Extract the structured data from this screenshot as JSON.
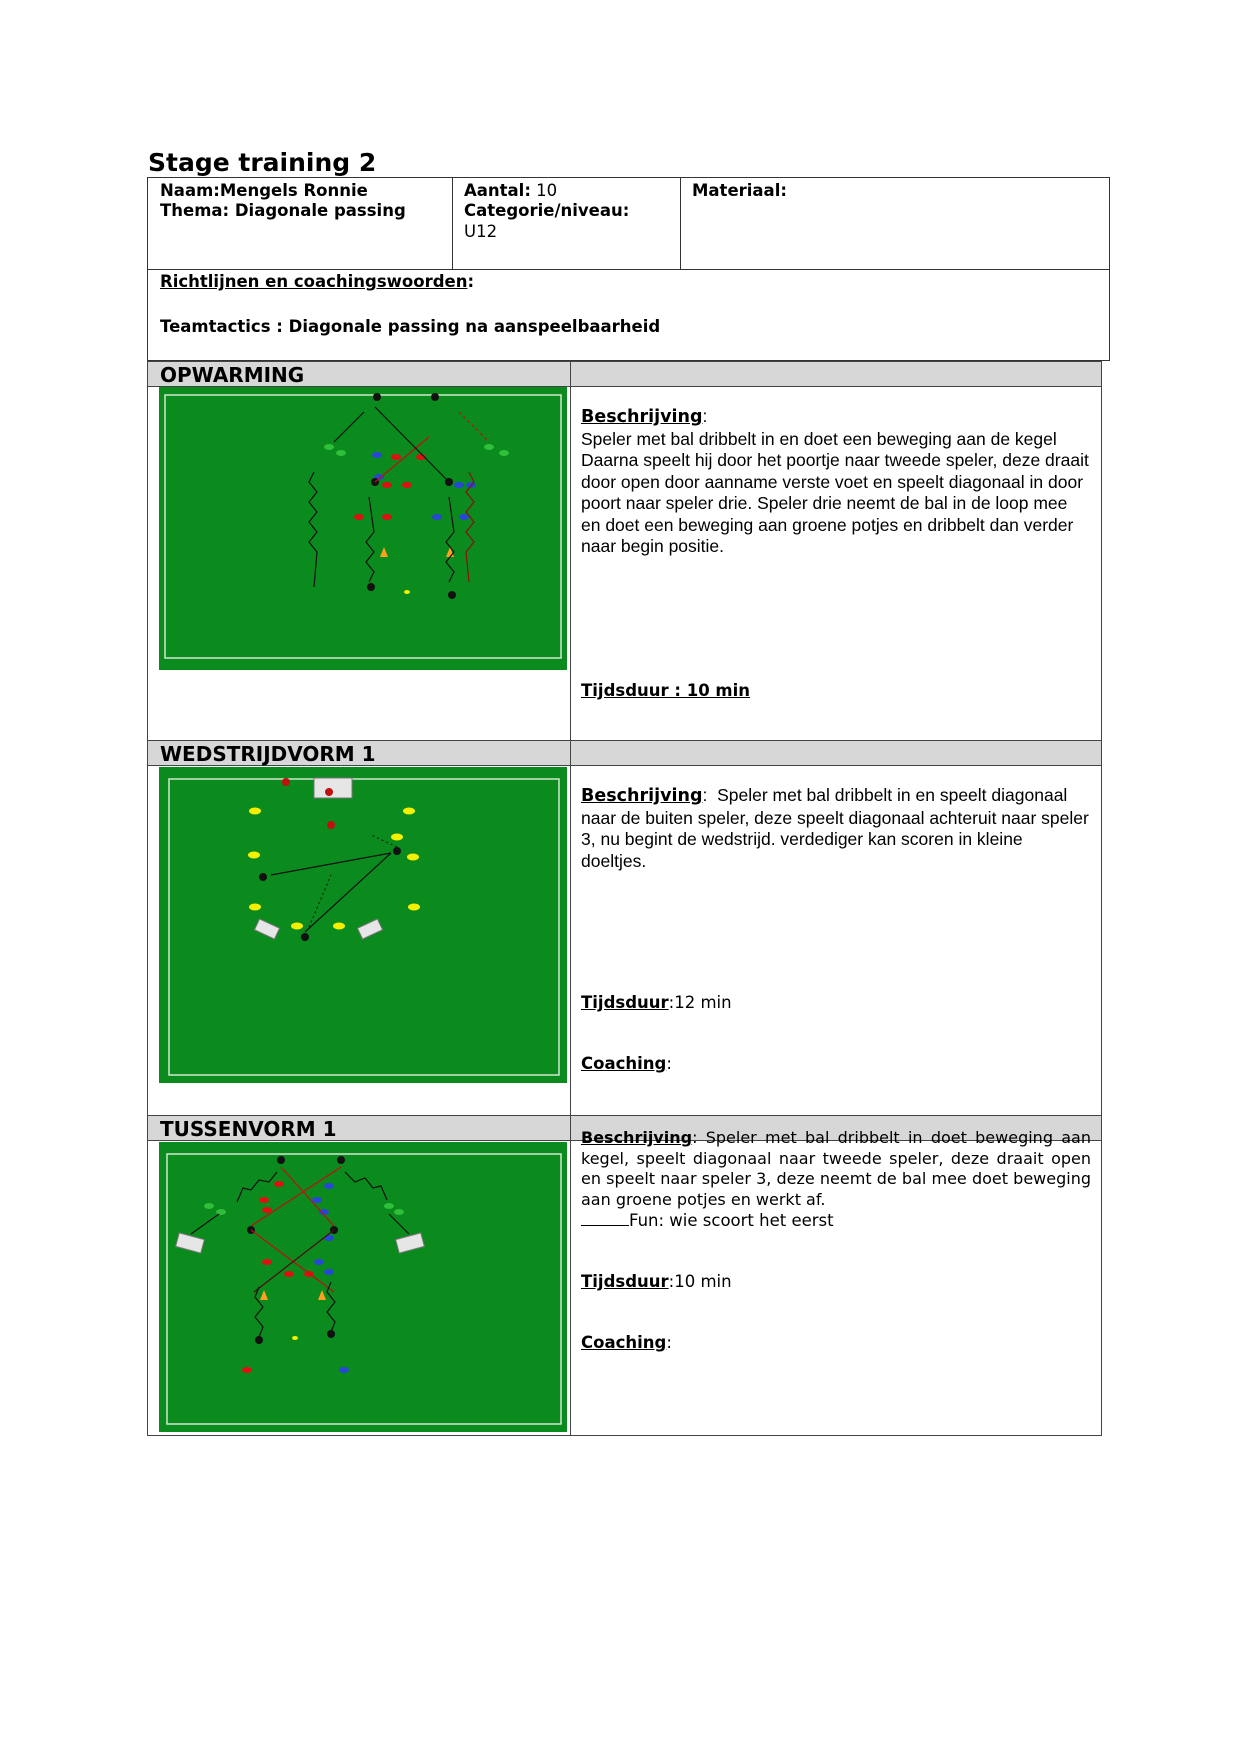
{
  "title": "Stage training 2",
  "header": {
    "naam": "Naam:Mengels Ronnie",
    "thema": "Thema: Diagonale passing",
    "aantal_label": "Aantal:",
    "aantal_value": " 10",
    "categorie_label": "Categorie/niveau:",
    "categorie_value": "U12",
    "materiaal_label": "Materiaal:",
    "richtlijnen_label": "Richtlijnen en coachingswoorden",
    "richtlijnen_colon": ":",
    "teamtactics": "Teamtactics : Diagonale passing na aanspeelbaarheid"
  },
  "sections": [
    {
      "name": "OPWARMING",
      "beschrijving_label": "Beschrijving",
      "beschrijving_colon": ":",
      "beschrijving_text": "Speler met bal dribbelt in en doet een beweging aan de kegel Daarna speelt hij door het poortje naar tweede speler, deze draait door open door aanname verste voet en speelt diagonaal in door poort naar speler drie. Speler drie neemt de bal in de loop mee en doet een beweging aan groene potjes en dribbelt dan verder naar begin positie.",
      "tijdsduur": "Tijdsduur : 10 min"
    },
    {
      "name": "WEDSTRIJDVORM 1",
      "beschrijving_label": "Beschrijving",
      "beschrijving_colon": ":  ",
      "beschrijving_text": "Speler met bal dribbelt in en speelt diagonaal naar de buiten speler, deze speelt diagonaal achteruit naar speler 3, nu begint de wedstrijd. verdediger kan scoren in kleine doeltjes.",
      "tijdsduur_label": "Tijdsduur",
      "tijdsduur_value": ":12 min",
      "coaching_label": "Coaching",
      "coaching_value": ":"
    },
    {
      "name": "TUSSENVORM 1",
      "beschrijving_label": "Beschrijving",
      "beschrijving_colon": ": ",
      "beschrijving_text": "Speler met bal dribbelt in doet beweging aan kegel, speelt diagonaal naar tweede speler, deze draait open en speelt naar speler 3, deze neemt de bal mee doet beweging aan groene potjes en werkt af.",
      "fun": "Fun: wie scoort het eerst",
      "tijdsduur_label": "Tijdsduur",
      "tijdsduur_value": ":10 min",
      "coaching_label": "Coaching",
      "coaching_value": ":"
    }
  ],
  "colors": {
    "pitch": "#0b8a1e",
    "header_bar": "#d7d7d7",
    "cone_red": "#e01010",
    "cone_blue": "#2846d8",
    "cone_green": "#2fbf3a",
    "cone_yellow": "#f4f000"
  }
}
